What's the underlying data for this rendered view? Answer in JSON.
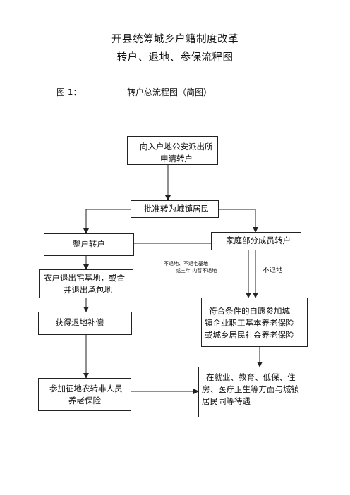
{
  "header": {
    "title_line1": "开县统筹城乡户籍制度改革",
    "title_line2": "转户、退地、参保流程图",
    "figure_label": "图 1：",
    "figure_caption": "转户总流程图（简图）"
  },
  "nodes": {
    "apply": {
      "line1": "向入户地公安派出所",
      "line2": "申请转户"
    },
    "approve": {
      "text": "批准转为城镇居民"
    },
    "whole": {
      "text": "整户转户"
    },
    "partial": {
      "text": "家庭部分成员转户"
    },
    "withdraw": {
      "line1": "农户退出宅基地，或合",
      "line2": "并退出承包地"
    },
    "compensation": {
      "text": "获得退地补偿"
    },
    "voluntary": {
      "line1": "符合条件的自愿参加城",
      "line2": "镇企业职工基本养老保险",
      "line3": "或城乡居民社会养老保险"
    },
    "pension": {
      "line1": "参加征地农转非人员",
      "line2": "养老保险"
    },
    "equal": {
      "line1": "在就业、教育、低保、住",
      "line2": "房、医疗卫生等方面与城镇",
      "line3": "居民同等待遇"
    }
  },
  "edge_labels": {
    "no_withdraw_small_1": "不退地、不退宅基地",
    "no_withdraw_small_2": "或三年 内暂不退地",
    "no_withdraw": "不退地"
  }
}
